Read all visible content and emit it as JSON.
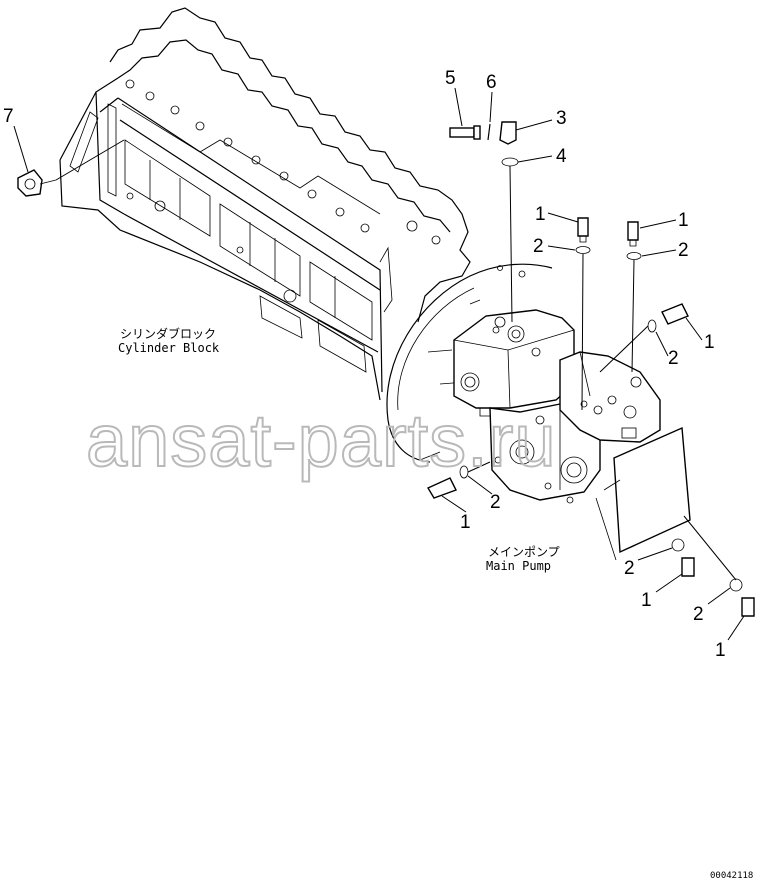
{
  "callouts": {
    "c7": "7",
    "c5": "5",
    "c6": "6",
    "c3": "3",
    "c4": "4",
    "c1a": "1",
    "c2a": "2",
    "c1b": "1",
    "c2b": "2",
    "c1c": "1",
    "c2c": "2",
    "c2d": "2",
    "c1d": "1",
    "c2e": "2",
    "c1e": "1",
    "c2f": "2",
    "c1f": "1"
  },
  "labels": {
    "cylinder_block_jp": "シリンダブロック",
    "cylinder_block_en": "Cylinder Block",
    "main_pump_jp": "メインポンプ",
    "main_pump_en": "Main Pump"
  },
  "watermark": "ansat-parts.ru",
  "drawing_number": "00042118"
}
